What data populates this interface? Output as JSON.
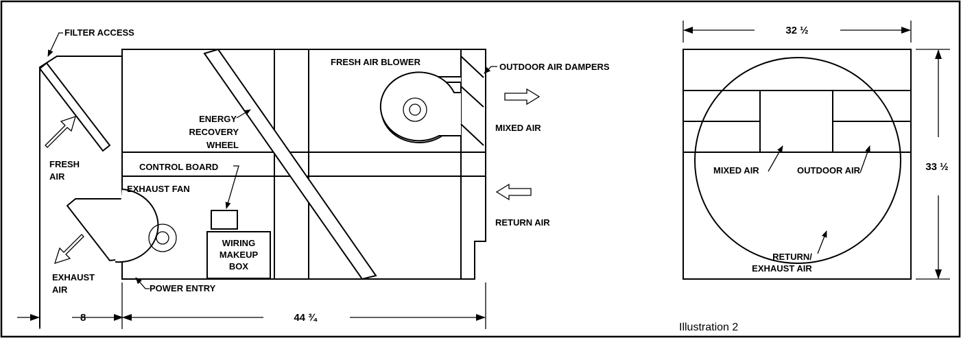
{
  "side_view": {
    "labels": {
      "filter_access": "FILTER ACCESS",
      "fresh_air_blower": "FRESH AIR BLOWER",
      "outdoor_air_dampers": "OUTDOOR AIR DAMPERS",
      "energy_recovery_wheel_1": "ENERGY",
      "energy_recovery_wheel_2": "RECOVERY",
      "energy_recovery_wheel_3": "WHEEL",
      "mixed_air": "MIXED AIR",
      "fresh_air_1": "FRESH",
      "fresh_air_2": "AIR",
      "control_board": "CONTROL BOARD",
      "exhaust_fan": "EXHAUST FAN",
      "return_air": "RETURN AIR",
      "wiring_box_1": "WIRING",
      "wiring_box_2": "MAKEUP",
      "wiring_box_3": "BOX",
      "exhaust_air_1": "EXHAUST",
      "exhaust_air_2": "AIR",
      "power_entry": "POWER ENTRY"
    },
    "dimensions": {
      "left": "8",
      "width": "44 ¾"
    }
  },
  "end_view": {
    "labels": {
      "mixed_air": "MIXED AIR",
      "outdoor_air": "OUTDOOR AIR",
      "return_exhaust_1": "RETURN/",
      "return_exhaust_2": "EXHAUST AIR"
    },
    "dimensions": {
      "width": "32 ½",
      "height": "33 ½"
    }
  },
  "caption": "Illustration 2"
}
